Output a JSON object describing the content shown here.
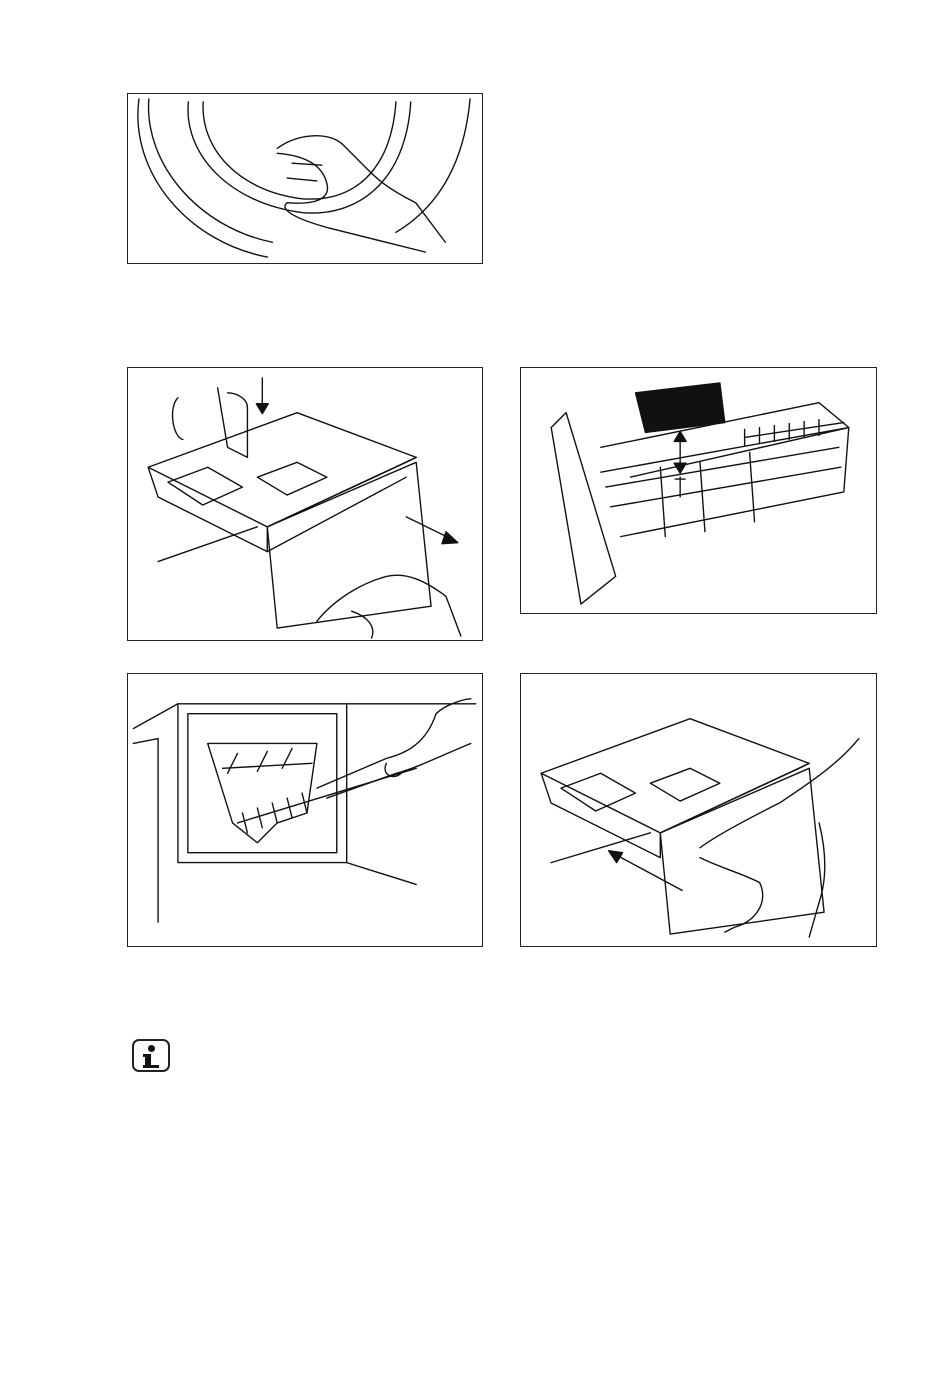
{
  "figures": [
    {
      "id": "door-seal-cleaning",
      "icon": "hand-icon"
    },
    {
      "id": "remove-dispenser-drawer",
      "icon": "arrow-icon"
    },
    {
      "id": "remove-siphon-cap",
      "icon": "brush-icon"
    },
    {
      "id": "clean-dispenser-recess",
      "icon": "brush-icon"
    },
    {
      "id": "reinsert-dispenser-drawer",
      "icon": "arrow-icon"
    }
  ],
  "note": {
    "icon": "info-icon"
  }
}
